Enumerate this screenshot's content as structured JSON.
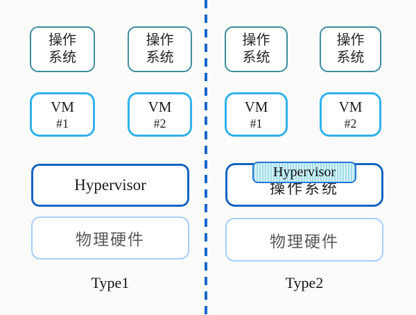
{
  "colors": {
    "background": "#fbfbfa",
    "guest_os_border": "#3a8c9e",
    "vm_border": "#2fb1ec",
    "hypervisor_border": "#1563c5",
    "hardware_border": "#a8cdf8",
    "hardware_text": "#585858",
    "divider": "#1566cb",
    "striped_hv_border": "#2276d2",
    "striped_hv_fill_a": "#a0dbe9",
    "striped_hv_fill_b": "#dcf4f9"
  },
  "type1": {
    "os_boxes": [
      {
        "line1": "操作",
        "line2": "系统"
      },
      {
        "line1": "操作",
        "line2": "系统"
      }
    ],
    "vm_boxes": [
      {
        "line1": "VM",
        "line2": "#1"
      },
      {
        "line1": "VM",
        "line2": "#2"
      }
    ],
    "hypervisor": "Hypervisor",
    "hardware": "物理硬件",
    "caption": "Type1"
  },
  "type2": {
    "os_boxes": [
      {
        "line1": "操作",
        "line2": "系统"
      },
      {
        "line1": "操作",
        "line2": "系统"
      }
    ],
    "vm_boxes": [
      {
        "line1": "VM",
        "line2": "#1"
      },
      {
        "line1": "VM",
        "line2": "#2"
      }
    ],
    "hypervisor": "Hypervisor",
    "host_os": "操作系统",
    "hardware": "物理硬件",
    "caption": "Type2"
  }
}
